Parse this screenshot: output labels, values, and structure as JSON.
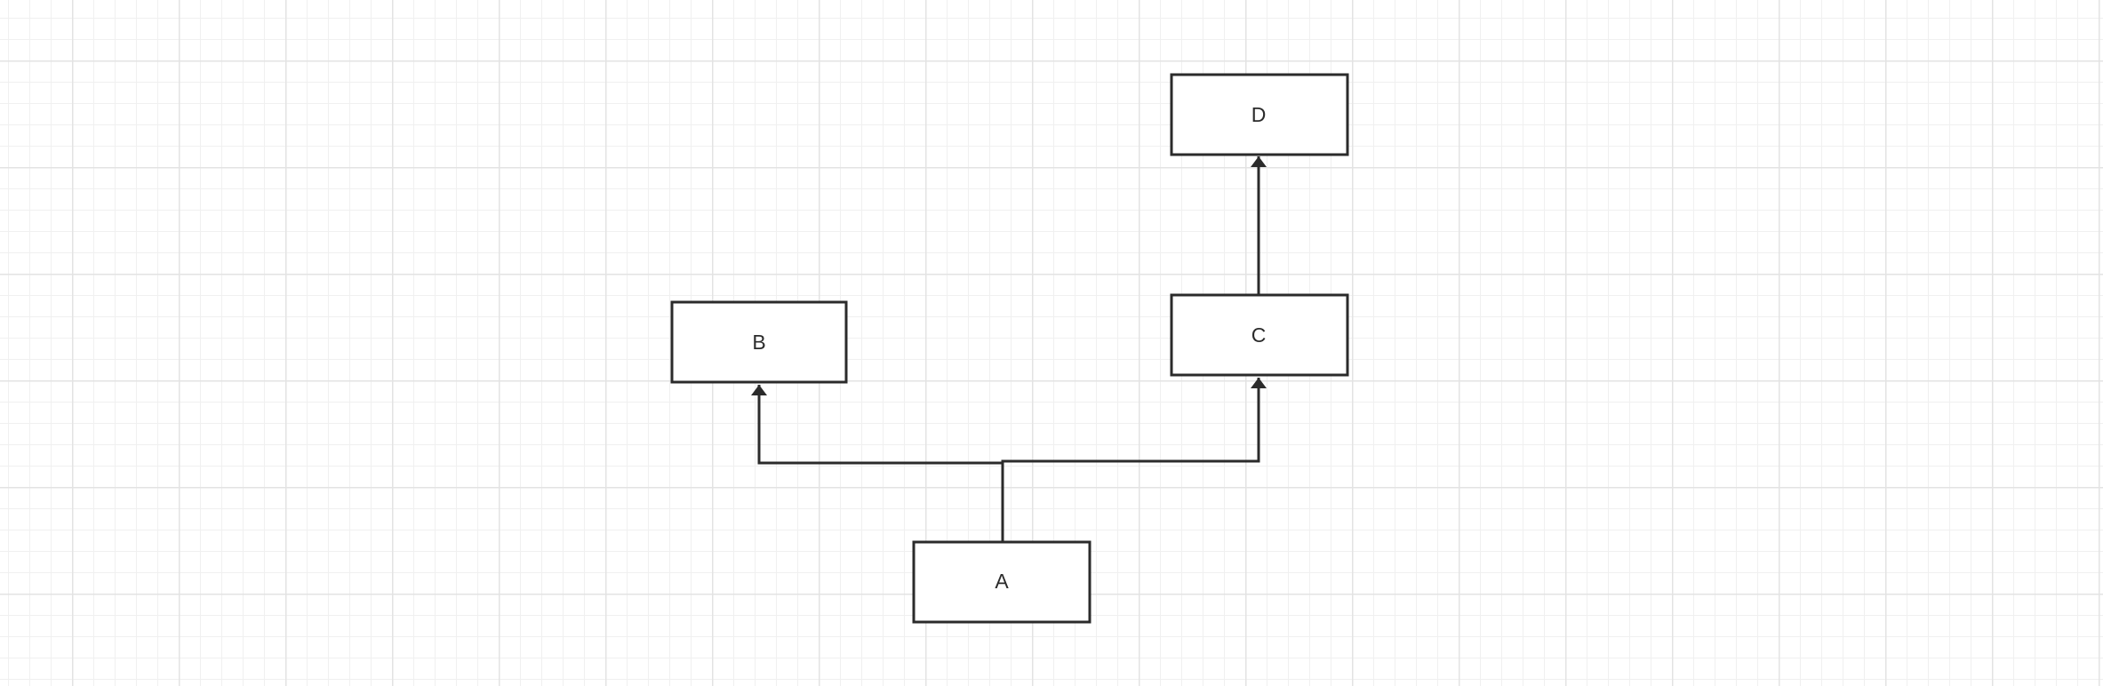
{
  "diagram": {
    "nodes": [
      {
        "id": "A",
        "label": "A"
      },
      {
        "id": "B",
        "label": "B"
      },
      {
        "id": "C",
        "label": "C"
      },
      {
        "id": "D",
        "label": "D"
      }
    ],
    "edges": [
      {
        "from": "A",
        "to": "B"
      },
      {
        "from": "A",
        "to": "C"
      },
      {
        "from": "C",
        "to": "D"
      }
    ],
    "colors": {
      "stroke": "#2b2b2b",
      "node_fill": "#ffffff",
      "grid_major": "#e3e3e3",
      "grid_minor": "#f0f0f0"
    }
  }
}
